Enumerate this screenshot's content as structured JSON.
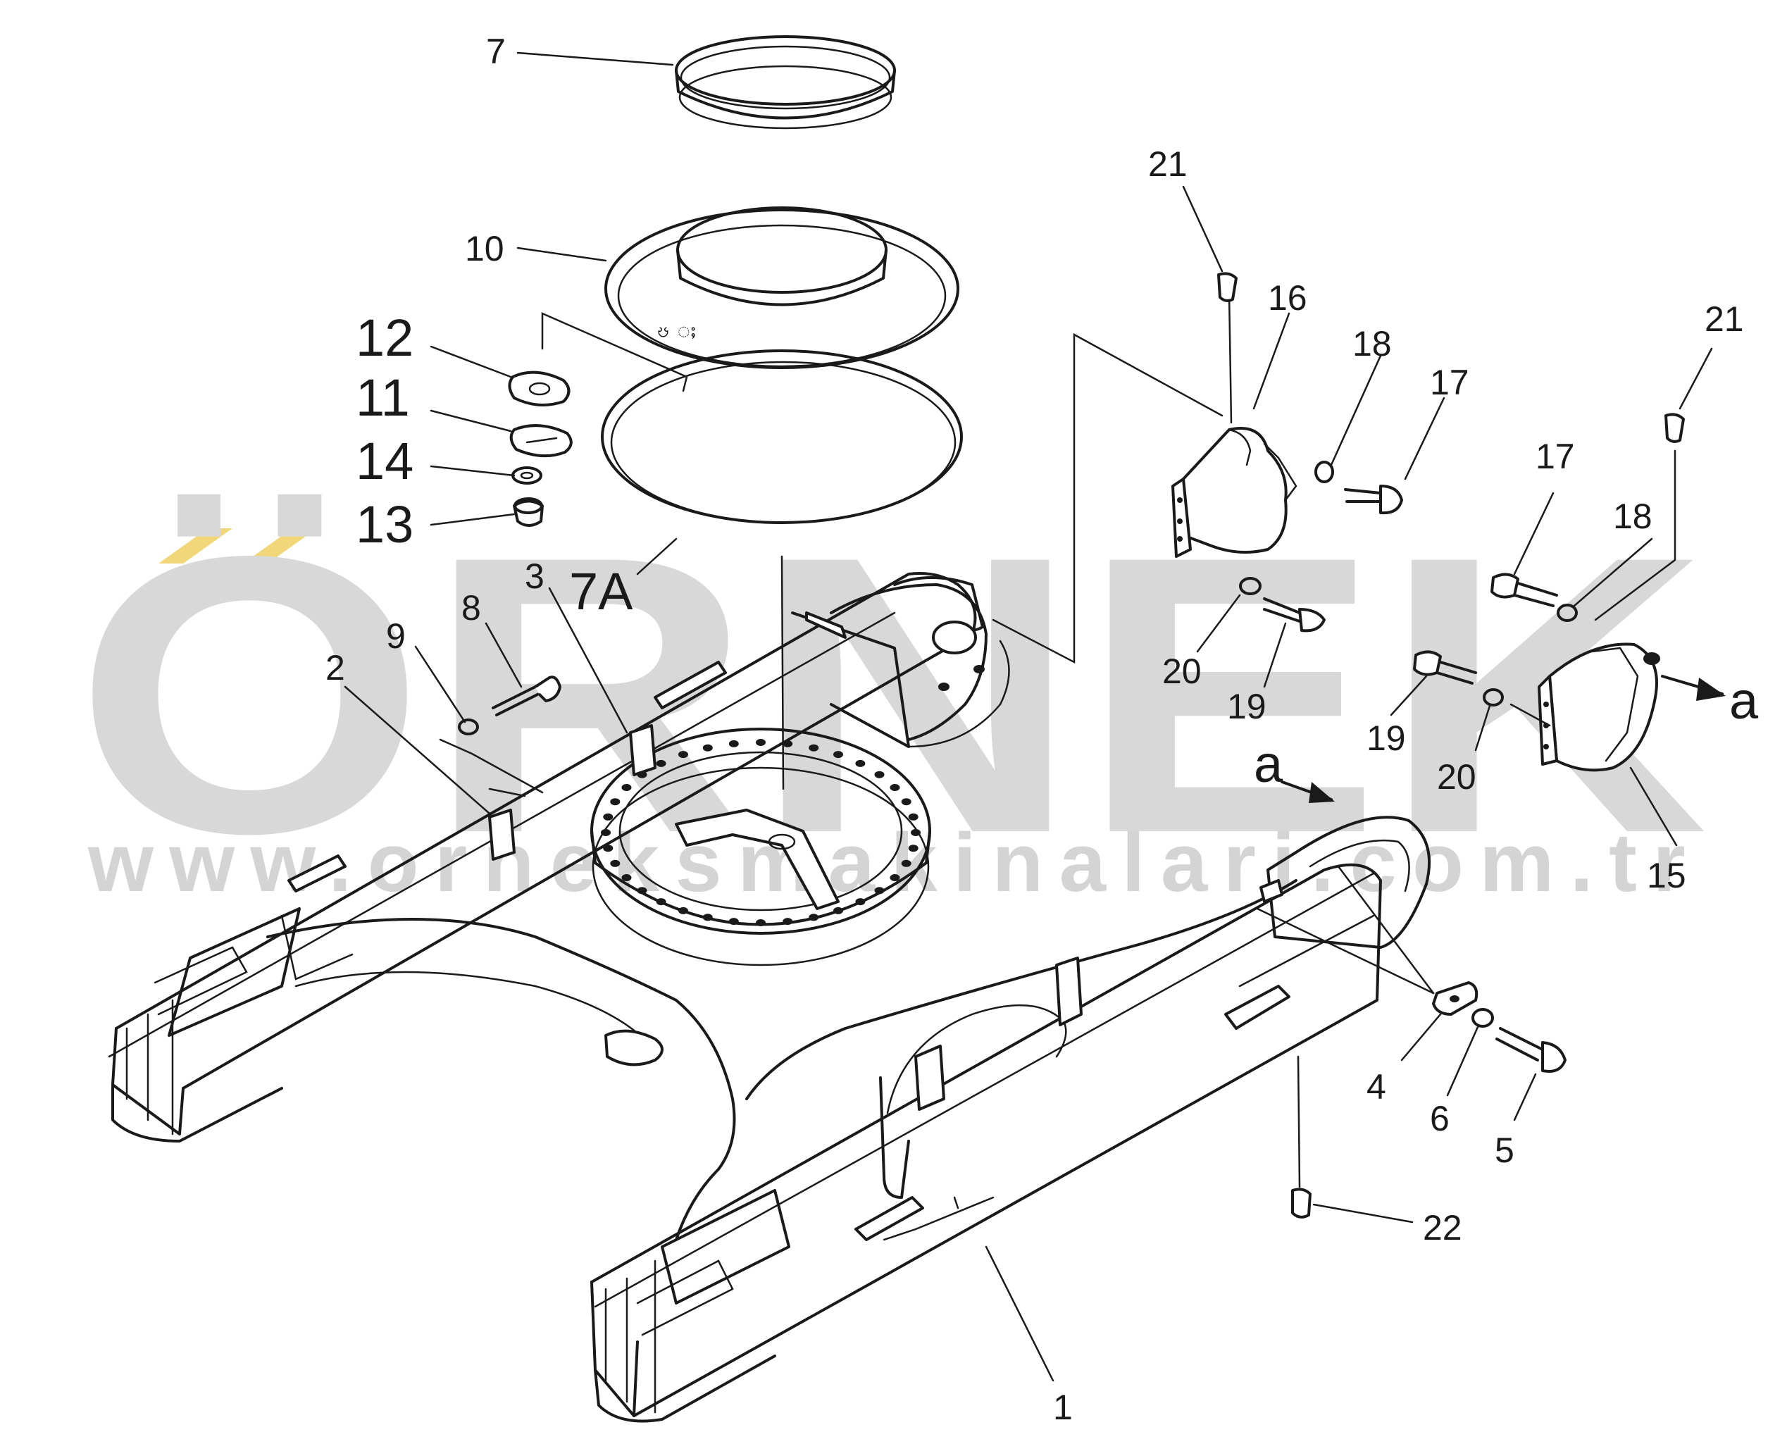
{
  "watermark": {
    "brand": "ÖRNEK",
    "url": "www.orneksmakinalari.com.tr",
    "accent_color": "#f2d77a",
    "text_color": "#d8d8d8"
  },
  "parts": [
    {
      "id": "p1",
      "label": "1"
    },
    {
      "id": "p2",
      "label": "2"
    },
    {
      "id": "p3",
      "label": "3"
    },
    {
      "id": "p4",
      "label": "4"
    },
    {
      "id": "p5",
      "label": "5"
    },
    {
      "id": "p6",
      "label": "6"
    },
    {
      "id": "p7",
      "label": "7"
    },
    {
      "id": "p7a",
      "label": "7A"
    },
    {
      "id": "p8",
      "label": "8"
    },
    {
      "id": "p9",
      "label": "9"
    },
    {
      "id": "p10",
      "label": "10"
    },
    {
      "id": "p11",
      "label": "11"
    },
    {
      "id": "p12",
      "label": "12"
    },
    {
      "id": "p13",
      "label": "13"
    },
    {
      "id": "p14",
      "label": "14"
    },
    {
      "id": "p15",
      "label": "15"
    },
    {
      "id": "p16",
      "label": "16"
    },
    {
      "id": "p17a",
      "label": "17"
    },
    {
      "id": "p17b",
      "label": "17"
    },
    {
      "id": "p18a",
      "label": "18"
    },
    {
      "id": "p18b",
      "label": "18"
    },
    {
      "id": "p19a",
      "label": "19"
    },
    {
      "id": "p19b",
      "label": "19"
    },
    {
      "id": "p20a",
      "label": "20"
    },
    {
      "id": "p20b",
      "label": "20"
    },
    {
      "id": "p21a",
      "label": "21"
    },
    {
      "id": "p21b",
      "label": "21"
    },
    {
      "id": "p22",
      "label": "22"
    },
    {
      "id": "pa1",
      "label": "a"
    },
    {
      "id": "pa2",
      "label": "a"
    }
  ]
}
